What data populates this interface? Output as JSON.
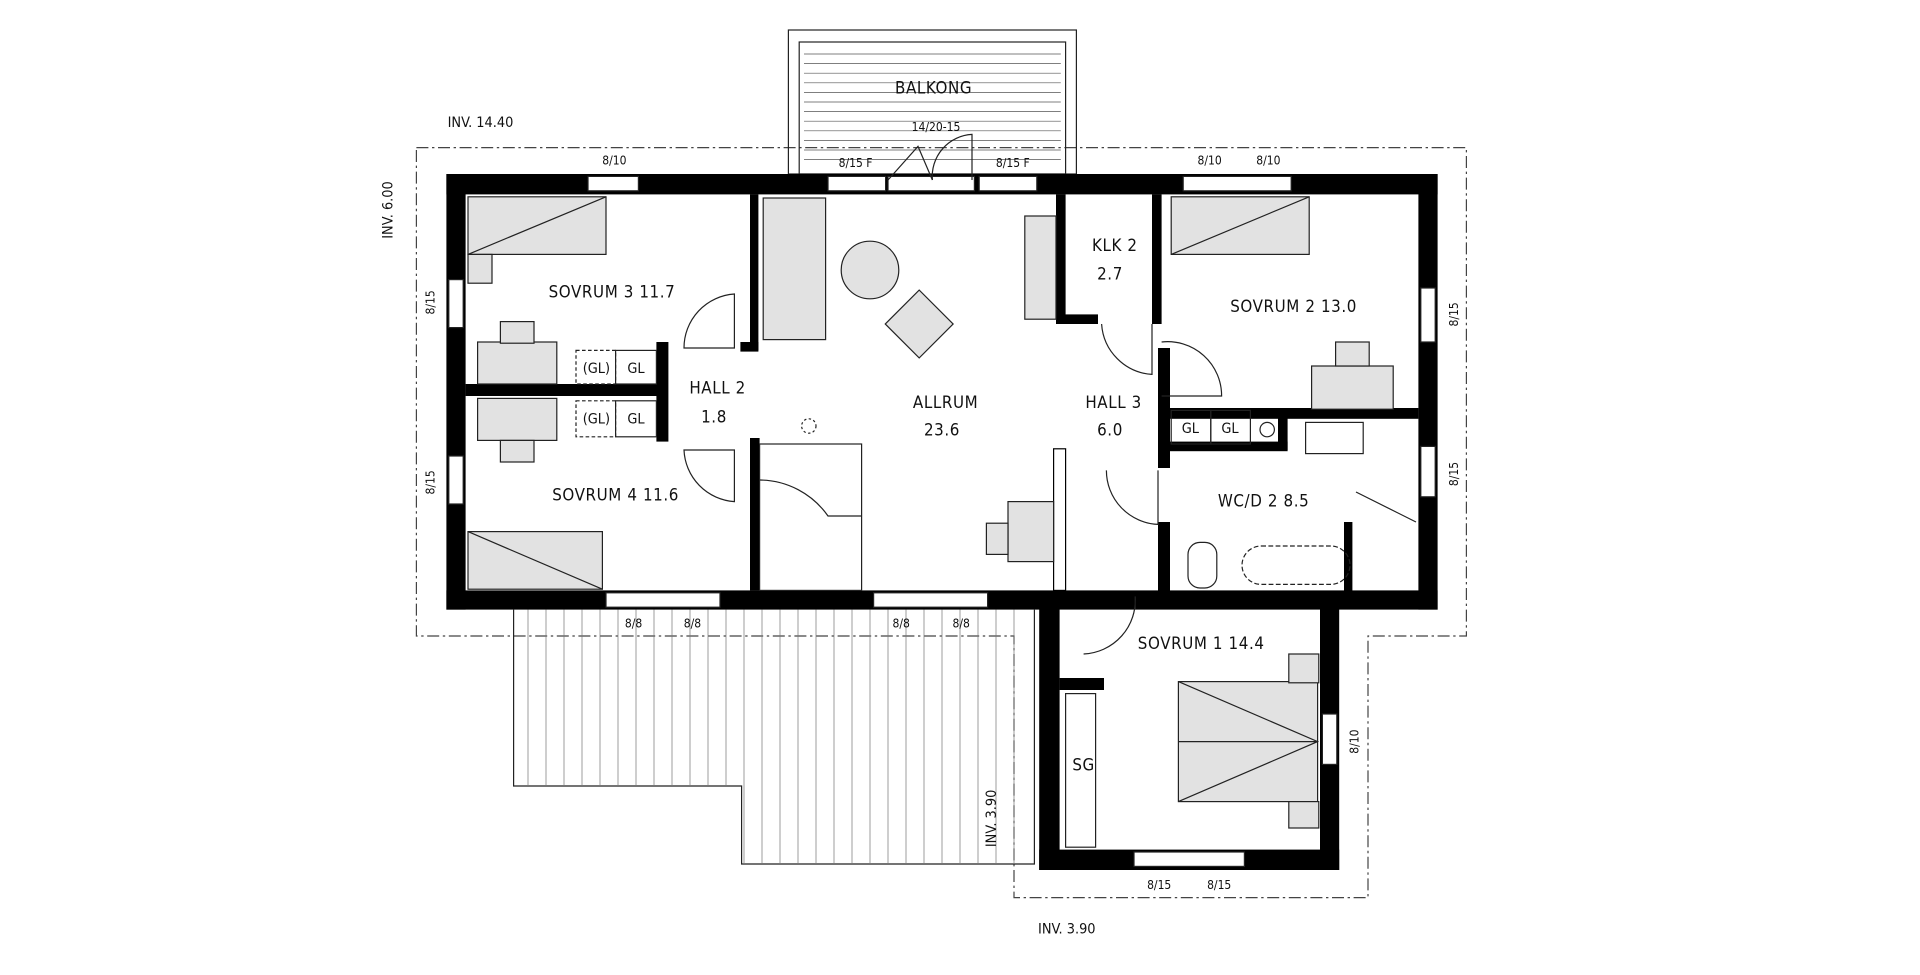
{
  "plan": {
    "rooms": {
      "balkong": "BALKONG",
      "balkong_dim": "14/20-15",
      "sovrum3": "SOVRUM 3 11.7",
      "sovrum4": "SOVRUM 4 11.6",
      "hall2": "HALL 2",
      "hall2_area": "1.8",
      "allrum": "ALLRUM",
      "allrum_area": "23.6",
      "klk2": "KLK 2",
      "klk2_area": "2.7",
      "hall3": "HALL 3",
      "hall3_area": "6.0",
      "sovrum2": "SOVRUM 2 13.0",
      "wcd2": "WC/D 2 8.5",
      "sovrum1": "SOVRUM 1 14.4",
      "sg": "SG"
    },
    "closets": {
      "gl_paren": "(GL)",
      "gl": "GL"
    },
    "levels": {
      "top_left": "INV. 14.40",
      "left_vertical": "INV. 6.00",
      "terrace_vertical": "INV. 3.90",
      "bottom": "INV. 3.90"
    },
    "windows": {
      "w810": "8/10",
      "w815": "8/15",
      "w815f": "8/15 F",
      "w88": "8/8"
    }
  }
}
